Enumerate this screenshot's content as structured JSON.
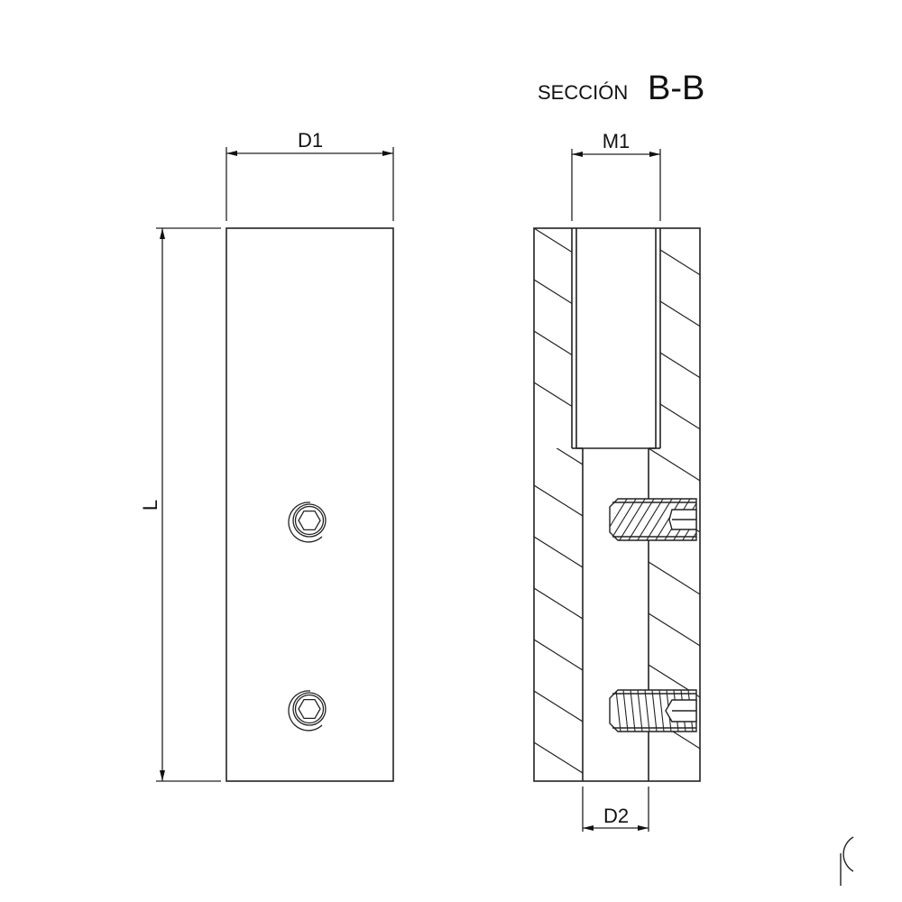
{
  "title": {
    "prefix": "SECCIÓN",
    "section_id": "B-B"
  },
  "dimensions": {
    "outer_diameter": "D1",
    "length": "L",
    "thread": "M1",
    "inner_diameter": "D2"
  },
  "views": {
    "left": "exterior-view",
    "right": "section-view-B-B"
  },
  "components": {
    "set_screws_count": "2",
    "hex_sockets_visible": "2"
  },
  "colors": {
    "line": "#222222",
    "background": "#ffffff"
  }
}
